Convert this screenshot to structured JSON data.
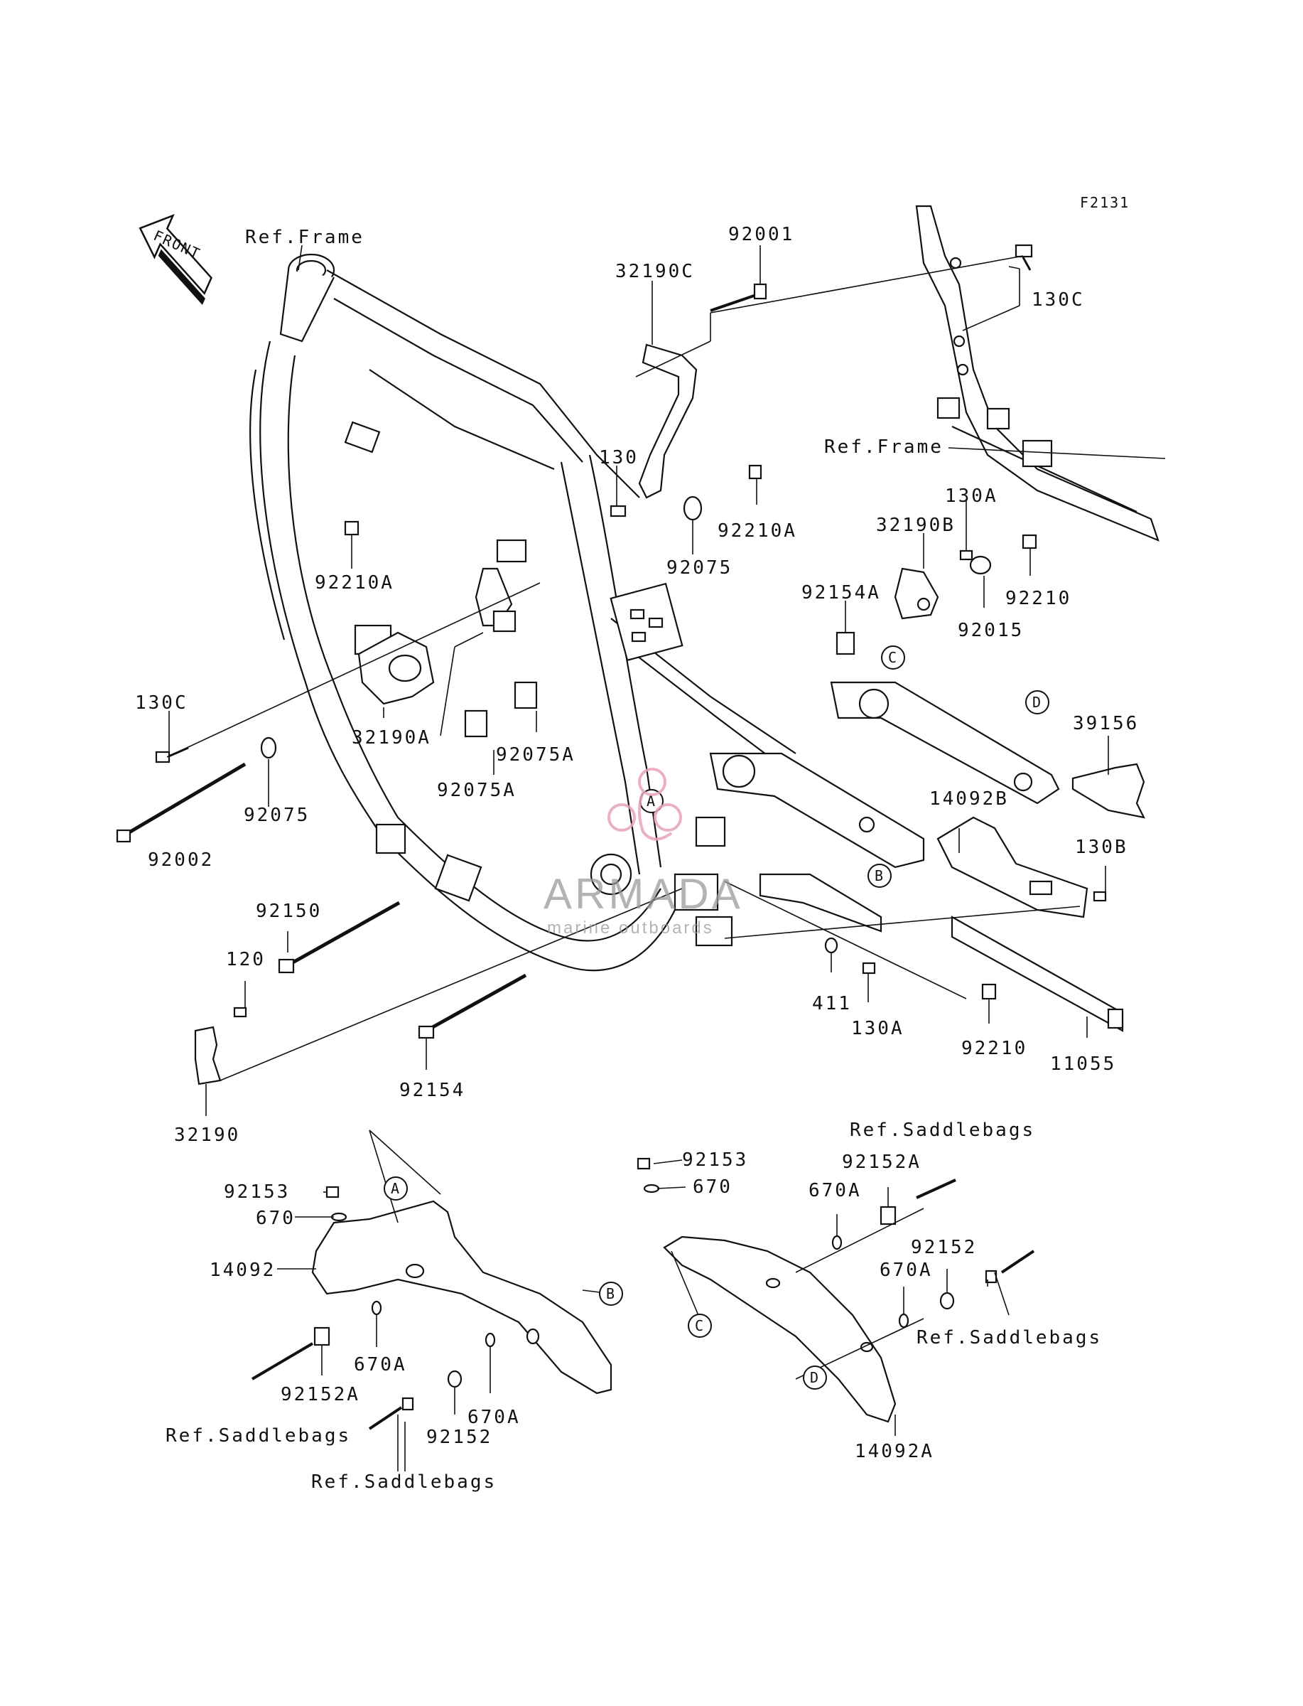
{
  "figure_code": "F2131",
  "front_label": "FRONT",
  "watermark": {
    "brand": "ARMADA",
    "tagline": "marine outboards",
    "color": "#e8a3b8"
  },
  "callouts": [
    "A",
    "B",
    "C",
    "D"
  ],
  "labels": {
    "ref_frame_left": "Ref.Frame",
    "ref_frame_right": "Ref.Frame",
    "p92001": "92001",
    "p32190C": "32190C",
    "p130C_top": "130C",
    "p130": "130",
    "p92210A_mid": "92210A",
    "p92075_mid": "92075",
    "p92210A_left": "92210A",
    "p130A_top": "130A",
    "p32190B": "32190B",
    "p92210_right": "92210",
    "p92015": "92015",
    "p92154A": "92154A",
    "p130C_left": "130C",
    "p32190A": "32190A",
    "p92075A_a": "92075A",
    "p92075A_b": "92075A",
    "p92075_left": "92075",
    "p92002": "92002",
    "p39156": "39156",
    "p14092B": "14092B",
    "p130B": "130B",
    "p92150": "92150",
    "p120": "120",
    "p411": "411",
    "p130A_bot": "130A",
    "p92210_bot": "92210",
    "p11055": "11055",
    "p92154": "92154",
    "p32190": "32190",
    "p92153_left": "92153",
    "p670_left": "670",
    "p14092": "14092",
    "p670A_left": "670A",
    "p92152A_left": "92152A",
    "p670A_left2": "670A",
    "p92152_left": "92152",
    "ref_saddlebags_1": "Ref.Saddlebags",
    "ref_saddlebags_2": "Ref.Saddlebags",
    "p92153_right": "92153",
    "p670_right": "670",
    "ref_saddlebags_3": "Ref.Saddlebags",
    "p92152A_right": "92152A",
    "p670A_right": "670A",
    "p92152_right": "92152",
    "p670A_right2": "670A",
    "ref_saddlebags_4": "Ref.Saddlebags",
    "p14092A": "14092A"
  }
}
